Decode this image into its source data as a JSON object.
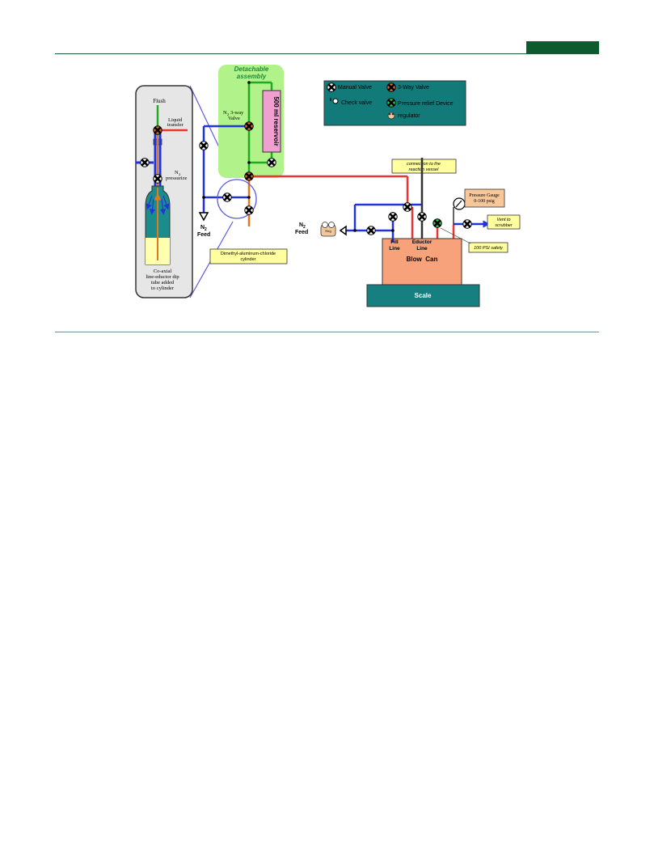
{
  "labels": {
    "flush": "Flush",
    "liquid_transfer_1": "Liquid",
    "liquid_transfer_2": "transfer",
    "n2_pressurize_1": "N",
    "n2_pressurize_sub": "2",
    "n2_pressurize_2": "pressurize",
    "coaxial_1": "Co-axial",
    "coaxial_2": "line-eductor dip",
    "coaxial_3": "tube added",
    "coaxial_4": "to cylinder",
    "detachable_1": "Detachable",
    "detachable_2": "assembly",
    "three_way_n": "N",
    "three_way_sub": "2",
    "three_way_1": "3-way",
    "three_way_2": "Valve",
    "reservoir": "500 ml reservoir",
    "n2_feed_left_n": "N",
    "n2_feed_left_sub": "2",
    "n2_feed_left": "Feed",
    "cylinder_1": "Dimethyl-aluminum-chloride",
    "cylinder_2": "cylinder",
    "connection_1": "connection to the",
    "connection_2": "reaction vessel",
    "pressure_gauge_1": "Pressure Gauge",
    "pressure_gauge_2": "0-100 psig",
    "vent_1": "Vent to",
    "vent_2": "scrubber",
    "safety": "100 PSI safety",
    "n2_feed_right_n": "N",
    "n2_feed_right_sub": "2",
    "n2_feed_right": "Feed",
    "reg_tag": "Reg",
    "fill_line_1": "Fill",
    "fill_line_2": "Line",
    "eductor_line_1": "Eductor",
    "eductor_line_2": "Line",
    "blow_can": "Blow  Can",
    "scale": "Scale"
  },
  "legend": {
    "manual_valve": "Manual Valve",
    "three_way_valve": "3-Way Valve",
    "check_valve": "Check valve",
    "pressure_relief": "Pressure relief Device",
    "regulator": "regulator"
  },
  "colors": {
    "header_green": "#0d5a2e",
    "n2_line": "#2233dd",
    "liquid_line": "#ee3333",
    "purge_line": "#22aa22",
    "detachable_bg": "#b2f28a",
    "reservoir": "#f0a0d0",
    "legend_bg": "#137a7a",
    "blow_can": "#f7a27a",
    "scale": "#167f7f",
    "note_bg": "#ffffa0",
    "cylinder_teal": "#1a8c8c",
    "liquid_yellow": "#ffffb0"
  }
}
